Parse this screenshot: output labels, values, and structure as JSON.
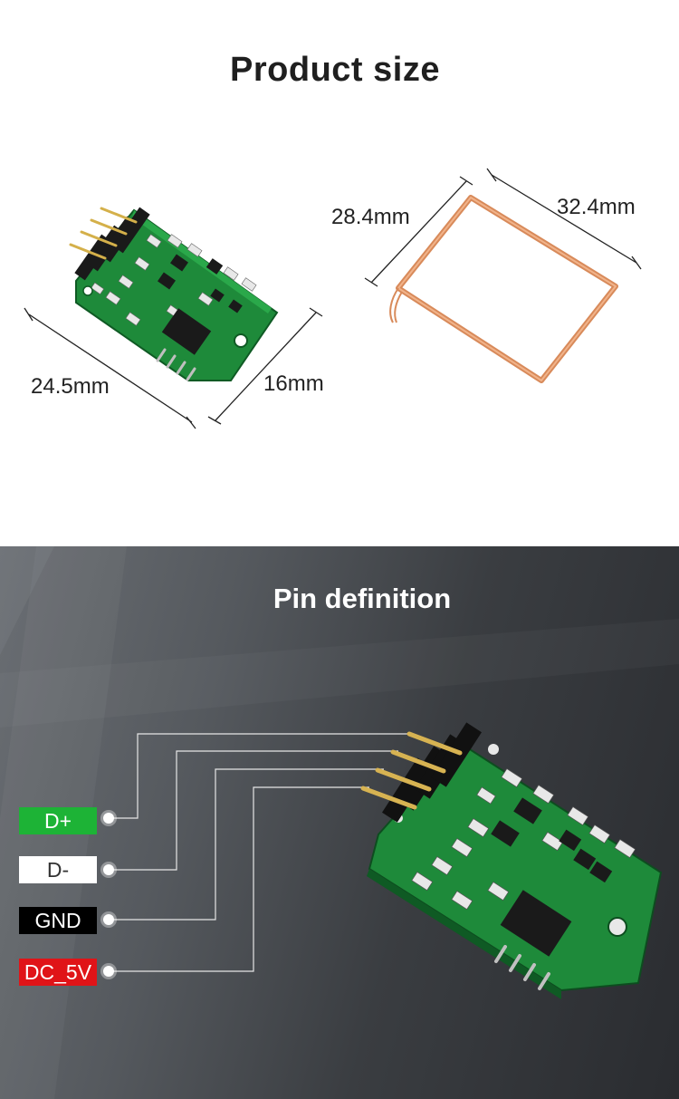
{
  "product_size": {
    "title": "Product size",
    "module_length": "24.5mm",
    "module_width": "16mm",
    "coil_side_a": "28.4mm",
    "coil_side_b": "32.4mm"
  },
  "pin_definition": {
    "title": "Pin definition",
    "pins": [
      {
        "label": "D+",
        "color": "#1db336"
      },
      {
        "label": "D-",
        "color": "#ffffff"
      },
      {
        "label": "GND",
        "color": "#000000"
      },
      {
        "label": "DC_5V",
        "color": "#e01418"
      }
    ]
  },
  "colors": {
    "pcb_green": "#1e8a3a",
    "coil_copper": "#d88a5a"
  }
}
